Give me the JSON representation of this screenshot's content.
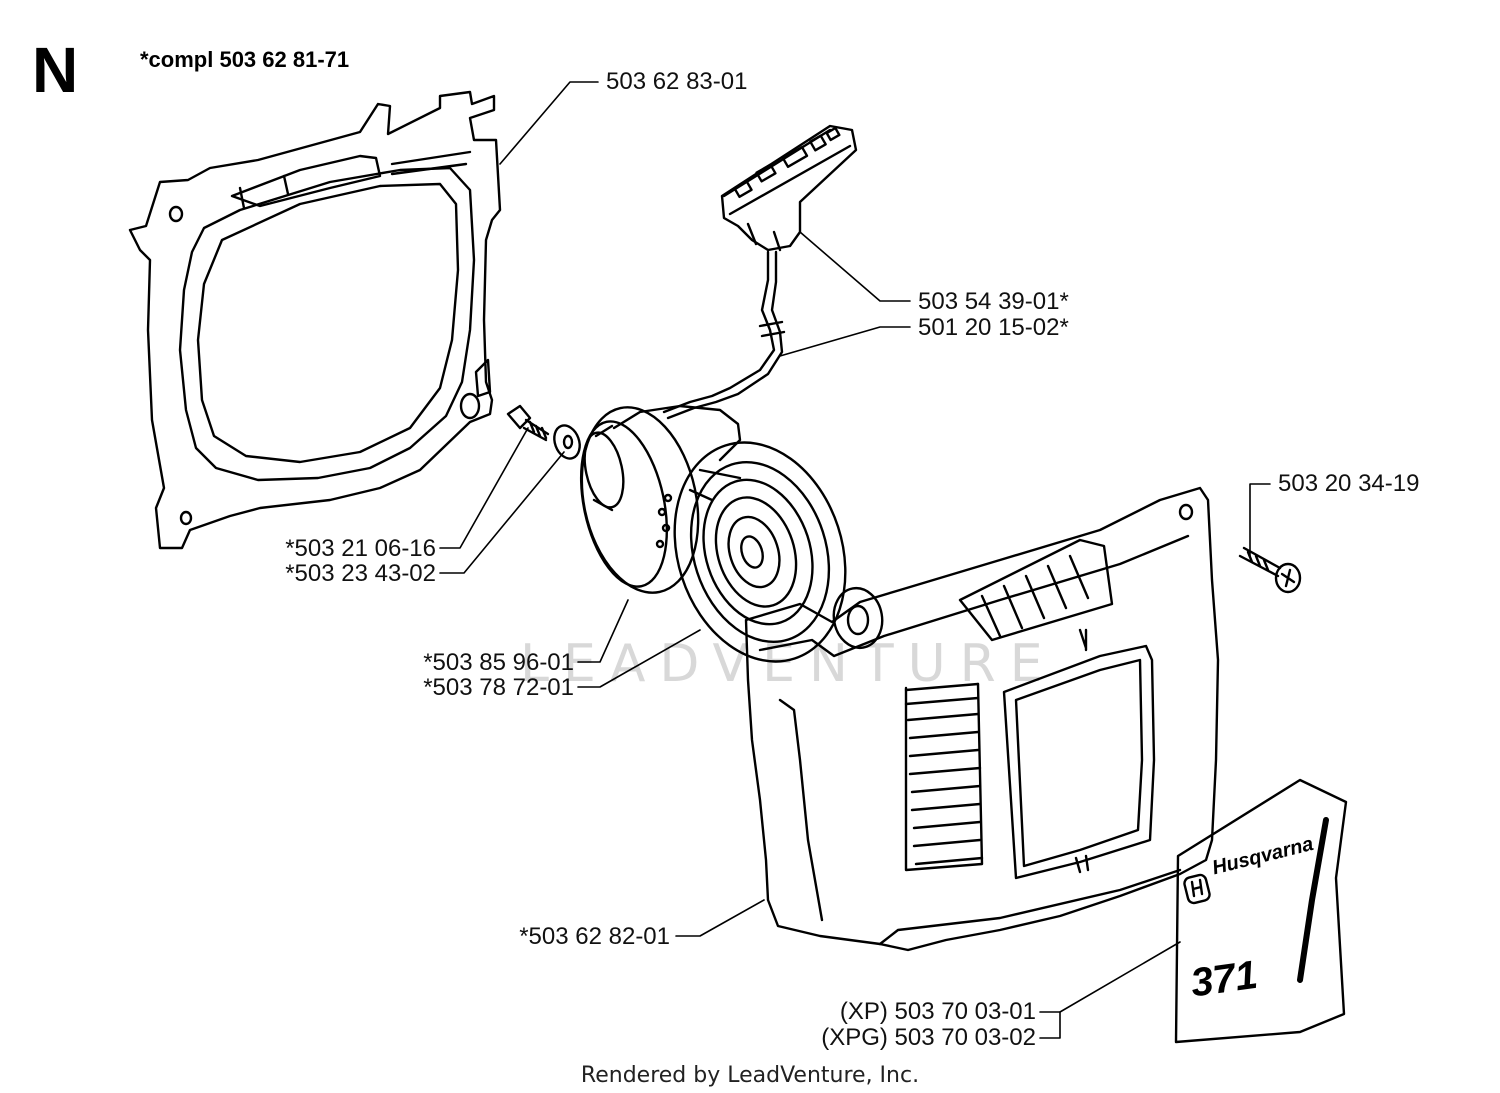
{
  "header": {
    "section_letter": "N",
    "kit_note": "*compl 503 62 81-71"
  },
  "watermark": "LEADVENTURE",
  "parts": [
    {
      "id": "fan-housing",
      "number": "503 62 83-01"
    },
    {
      "id": "starter-handle",
      "number": "503 54 39-01*"
    },
    {
      "id": "starter-cord",
      "number": "501 20 15-02*"
    },
    {
      "id": "cover-screw",
      "number": "503 20 34-19"
    },
    {
      "id": "pulley-screw",
      "number": "*503 21 06-16"
    },
    {
      "id": "washer",
      "number": "*503 23 43-02"
    },
    {
      "id": "rope-pulley",
      "number": "*503 85 96-01"
    },
    {
      "id": "recoil-spring",
      "number": "*503 78 72-01"
    },
    {
      "id": "starter-cover",
      "number": "*503 62 82-01"
    },
    {
      "id": "decal-xp",
      "number": "(XP) 503 70 03-01"
    },
    {
      "id": "decal-xpg",
      "number": "(XPG) 503 70 03-02"
    }
  ],
  "decal": {
    "brand": "Husqvarna",
    "model": "371"
  },
  "footer": "Rendered by LeadVenture, Inc."
}
